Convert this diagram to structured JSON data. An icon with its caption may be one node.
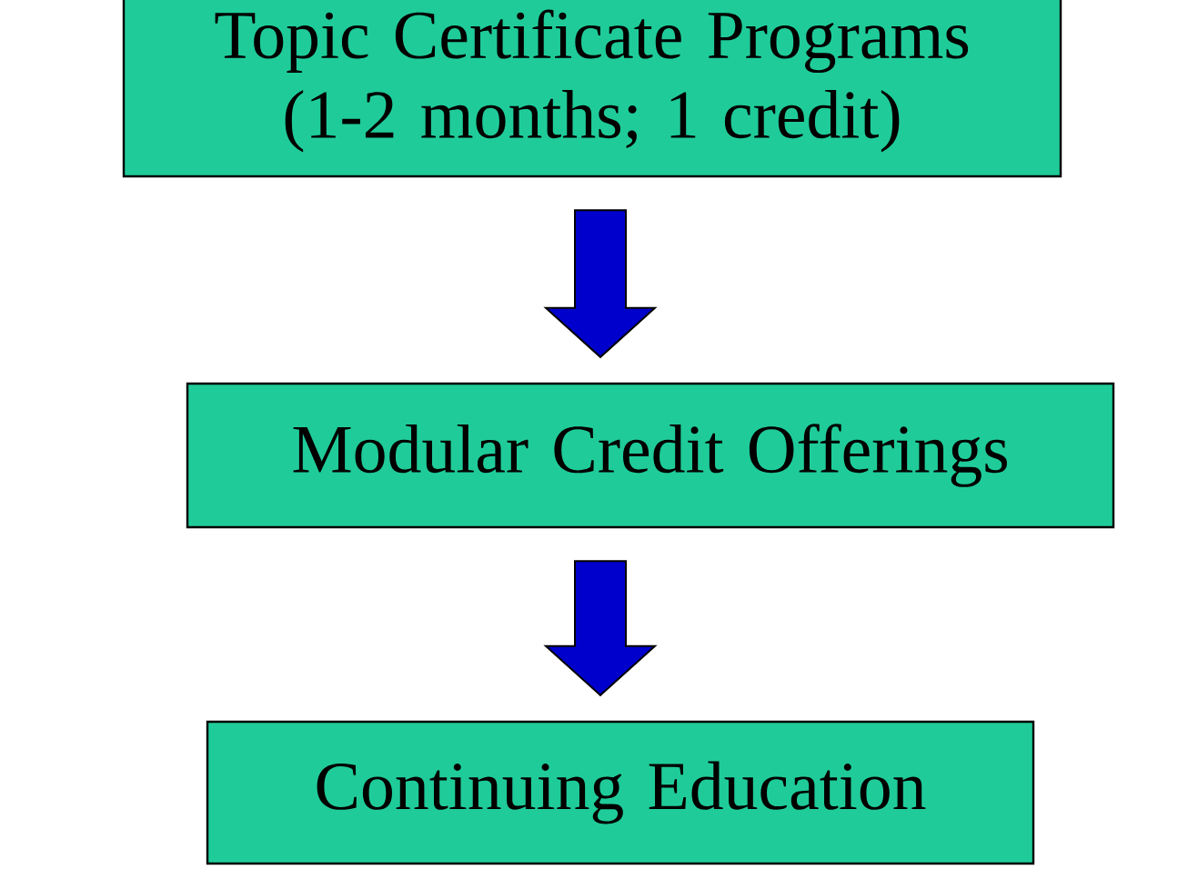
{
  "diagram": {
    "nodes": [
      {
        "text": [
          "Topic Certificate Programs (1-2 months; 1 credit)"
        ]
      },
      {
        "text": [
          "Modular Credit Offerings"
        ]
      },
      {
        "text": [
          "Continuing Education"
        ]
      }
    ],
    "edges": [
      {
        "from": 0,
        "to": 1,
        "arrow": "to"
      },
      {
        "from": 1,
        "to": 2,
        "arrow": "to"
      }
    ]
  }
}
